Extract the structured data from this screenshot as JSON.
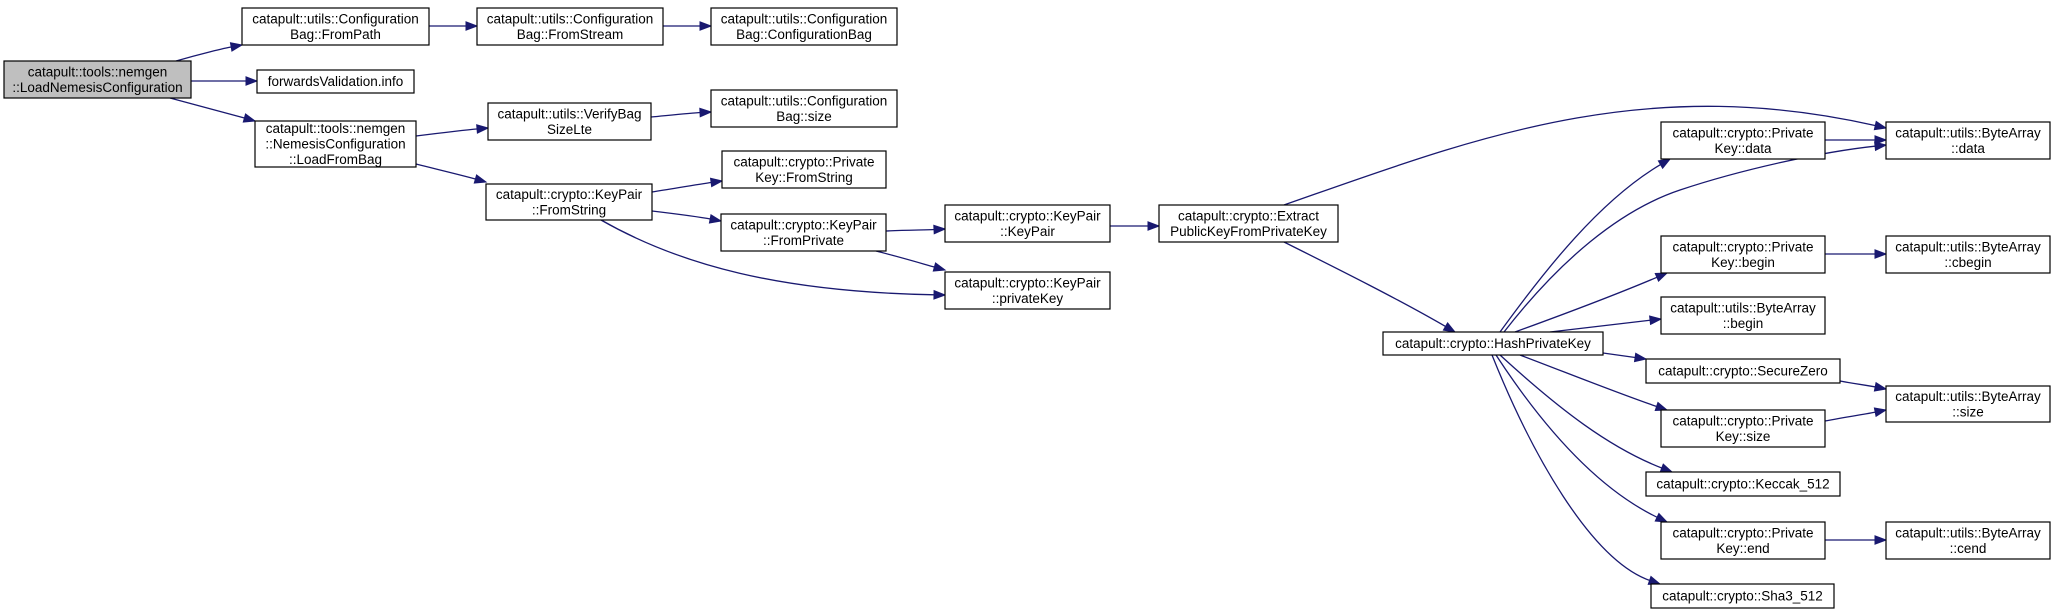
{
  "colors": {
    "root_fill": "#bfbfbf",
    "node_fill": "#ffffff",
    "border": "#000000",
    "edge": "#191970"
  },
  "nodes": {
    "n_loadnemesis": {
      "lines": [
        "catapult::tools::nemgen",
        "::LoadNemesisConfiguration"
      ],
      "root": true
    },
    "n_frompath": {
      "lines": [
        "catapult::utils::Configuration",
        "Bag::FromPath"
      ]
    },
    "n_fromstream": {
      "lines": [
        "catapult::utils::Configuration",
        "Bag::FromStream"
      ]
    },
    "n_cfgbag": {
      "lines": [
        "catapult::utils::Configuration",
        "Bag::ConfigurationBag"
      ]
    },
    "n_fwdval": {
      "lines": [
        "forwardsValidation.info"
      ]
    },
    "n_loadfrombag": {
      "lines": [
        "catapult::tools::nemgen",
        "::NemesisConfiguration",
        "::LoadFromBag"
      ]
    },
    "n_verifybag": {
      "lines": [
        "catapult::utils::VerifyBag",
        "SizeLte"
      ]
    },
    "n_cfgsize": {
      "lines": [
        "catapult::utils::Configuration",
        "Bag::size"
      ]
    },
    "n_kp_fromstring": {
      "lines": [
        "catapult::crypto::KeyPair",
        "::FromString"
      ]
    },
    "n_pk_fromstring": {
      "lines": [
        "catapult::crypto::Private",
        "Key::FromString"
      ]
    },
    "n_kp_fromprivate": {
      "lines": [
        "catapult::crypto::KeyPair",
        "::FromPrivate"
      ]
    },
    "n_kp_keypair": {
      "lines": [
        "catapult::crypto::KeyPair",
        "::KeyPair"
      ]
    },
    "n_kp_privatekey": {
      "lines": [
        "catapult::crypto::KeyPair",
        "::privateKey"
      ]
    },
    "n_extract": {
      "lines": [
        "catapult::crypto::Extract",
        "PublicKeyFromPrivateKey"
      ]
    },
    "n_hashpk": {
      "lines": [
        "catapult::crypto::HashPrivateKey"
      ]
    },
    "n_pk_data": {
      "lines": [
        "catapult::crypto::Private",
        "Key::data"
      ]
    },
    "n_ba_data": {
      "lines": [
        "catapult::utils::ByteArray",
        "::data"
      ]
    },
    "n_pk_begin": {
      "lines": [
        "catapult::crypto::Private",
        "Key::begin"
      ]
    },
    "n_ba_cbegin": {
      "lines": [
        "catapult::utils::ByteArray",
        "::cbegin"
      ]
    },
    "n_ba_begin": {
      "lines": [
        "catapult::utils::ByteArray",
        "::begin"
      ]
    },
    "n_securezero": {
      "lines": [
        "catapult::crypto::SecureZero"
      ]
    },
    "n_ba_size": {
      "lines": [
        "catapult::utils::ByteArray",
        "::size"
      ]
    },
    "n_pk_size": {
      "lines": [
        "catapult::crypto::Private",
        "Key::size"
      ]
    },
    "n_keccak": {
      "lines": [
        "catapult::crypto::Keccak_512"
      ]
    },
    "n_pk_end": {
      "lines": [
        "catapult::crypto::Private",
        "Key::end"
      ]
    },
    "n_ba_cend": {
      "lines": [
        "catapult::utils::ByteArray",
        "::cend"
      ]
    },
    "n_sha3": {
      "lines": [
        "catapult::crypto::Sha3_512"
      ]
    }
  },
  "edges": [
    [
      "n_loadnemesis",
      "n_frompath"
    ],
    [
      "n_loadnemesis",
      "n_fwdval"
    ],
    [
      "n_loadnemesis",
      "n_loadfrombag"
    ],
    [
      "n_frompath",
      "n_fromstream"
    ],
    [
      "n_fromstream",
      "n_cfgbag"
    ],
    [
      "n_loadfrombag",
      "n_verifybag"
    ],
    [
      "n_loadfrombag",
      "n_kp_fromstring"
    ],
    [
      "n_verifybag",
      "n_cfgsize"
    ],
    [
      "n_kp_fromstring",
      "n_pk_fromstring"
    ],
    [
      "n_kp_fromstring",
      "n_kp_fromprivate"
    ],
    [
      "n_kp_fromstring",
      "n_kp_privatekey"
    ],
    [
      "n_kp_fromprivate",
      "n_kp_keypair"
    ],
    [
      "n_kp_fromprivate",
      "n_kp_privatekey"
    ],
    [
      "n_kp_keypair",
      "n_extract"
    ],
    [
      "n_extract",
      "n_ba_data"
    ],
    [
      "n_extract",
      "n_hashpk"
    ],
    [
      "n_hashpk",
      "n_pk_data"
    ],
    [
      "n_hashpk",
      "n_ba_data"
    ],
    [
      "n_hashpk",
      "n_pk_begin"
    ],
    [
      "n_hashpk",
      "n_ba_begin"
    ],
    [
      "n_hashpk",
      "n_securezero"
    ],
    [
      "n_hashpk",
      "n_pk_size"
    ],
    [
      "n_hashpk",
      "n_keccak"
    ],
    [
      "n_hashpk",
      "n_pk_end"
    ],
    [
      "n_hashpk",
      "n_sha3"
    ],
    [
      "n_pk_data",
      "n_ba_data"
    ],
    [
      "n_pk_begin",
      "n_ba_cbegin"
    ],
    [
      "n_securezero",
      "n_ba_size"
    ],
    [
      "n_pk_size",
      "n_ba_size"
    ],
    [
      "n_pk_end",
      "n_ba_cend"
    ]
  ]
}
